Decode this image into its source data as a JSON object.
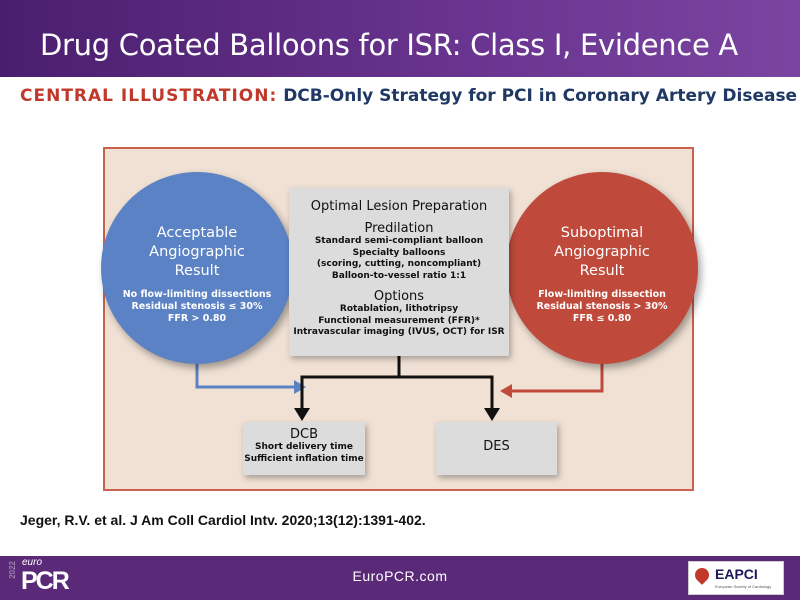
{
  "slide_title": "Drug Coated Balloons for ISR:  Class I, Evidence A",
  "illustration": {
    "label": "CENTRAL ILLUSTRATION:",
    "title": "DCB-Only Strategy for PCI in Coronary Artery Disease"
  },
  "left_circle": {
    "title": [
      "Acceptable",
      "Angiographic",
      "Result"
    ],
    "lines": [
      "No flow-limiting dissections",
      "Residual stenosis ≤ 30%",
      "FFR > 0.80"
    ]
  },
  "right_circle": {
    "title": [
      "Suboptimal",
      "Angiographic",
      "Result"
    ],
    "lines": [
      "Flow-limiting dissection",
      "Residual stenosis > 30%",
      "FFR ≤ 0.80"
    ]
  },
  "center": {
    "title": "Optimal Lesion Preparation",
    "predilation": "Predilation",
    "predilation_items": [
      "Standard semi-compliant balloon",
      "Specialty balloons",
      "(scoring, cutting, noncompliant)",
      "Balloon-to-vessel ratio 1:1"
    ],
    "options": "Options",
    "options_items": [
      "Rotablation, lithotripsy",
      "Functional measurement (FFR)*",
      "Intravascular imaging (IVUS, OCT) for ISR"
    ]
  },
  "dcb": {
    "title": "DCB",
    "lines": [
      "Short delivery time",
      "Sufficient inflation time"
    ]
  },
  "des": {
    "title": "DES"
  },
  "citation": "Jeger, R.V. et al. J Am Coll Cardiol Intv. 2020;13(12):1391-402.",
  "footer": {
    "url": "EuroPCR.com",
    "logo_year": "2022",
    "logo_euro": "euro",
    "logo_pcr": "PCR",
    "eapci": "EAPCI",
    "eapci_sub": "European Society of Cardiology"
  },
  "colors": {
    "purple": "#5a2978",
    "blue": "#5b82c4",
    "red": "#bf4a3c"
  }
}
